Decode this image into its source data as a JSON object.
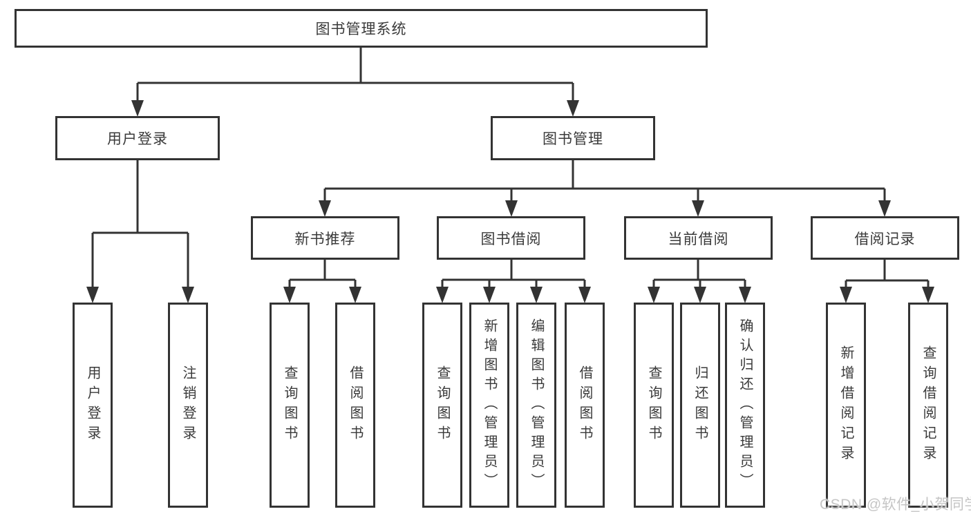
{
  "diagram": {
    "root": {
      "label": "图书管理系统"
    },
    "level2": [
      {
        "label": "用户登录"
      },
      {
        "label": "图书管理"
      }
    ],
    "level3": [
      {
        "label": "新书推荐"
      },
      {
        "label": "图书借阅"
      },
      {
        "label": "当前借阅"
      },
      {
        "label": "借阅记录"
      }
    ],
    "leaves": [
      {
        "label": "用户登录"
      },
      {
        "label": "注销登录"
      },
      {
        "label": "查询图书"
      },
      {
        "label": "借阅图书"
      },
      {
        "label": "查询图书"
      },
      {
        "label": "新增图书（管理员）"
      },
      {
        "label": "编辑图书（管理员）"
      },
      {
        "label": "借阅图书"
      },
      {
        "label": "查询图书"
      },
      {
        "label": "归还图书"
      },
      {
        "label": "确认归还（管理员）"
      },
      {
        "label": "新增借阅记录"
      },
      {
        "label": "查询借阅记录"
      }
    ],
    "watermark": "CSDN @软件_小贺同学",
    "colors": {
      "line": "#333333",
      "text": "#3a3a3a",
      "watermark": "#c5c5c5",
      "background": "#ffffff"
    }
  }
}
